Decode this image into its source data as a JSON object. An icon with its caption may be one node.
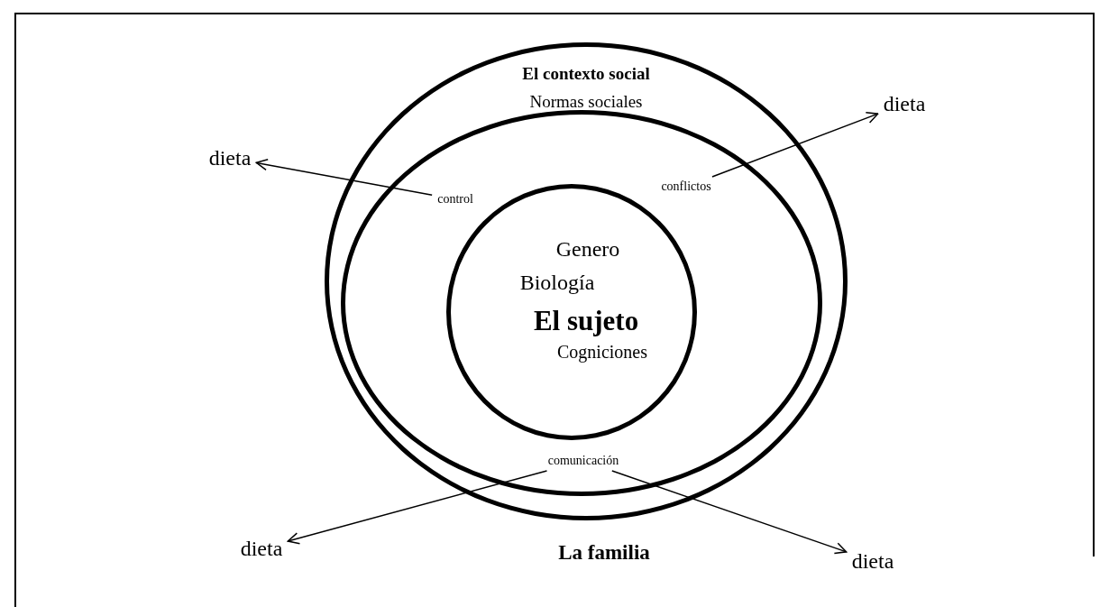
{
  "diagram": {
    "nodes": [
      {
        "text": [
          "El contexto social",
          "Normas sociales"
        ]
      },
      {
        "text": [],
        "shape": "circle",
        "in": 0
      },
      {
        "text": [
          "Genero",
          "Biología",
          "El sujeto",
          "Cogniciones"
        ],
        "in": 1
      },
      {
        "text": [
          "control"
        ],
        "in": 1
      },
      {
        "text": [
          "conflictos"
        ],
        "in": 1
      },
      {
        "text": [
          "comunicación"
        ],
        "in": 1
      },
      {
        "text": [
          "dieta"
        ]
      },
      {
        "text": [
          "dieta"
        ]
      },
      {
        "text": [
          "dieta"
        ]
      },
      {
        "text": [
          "dieta"
        ]
      }
    ],
    "edges": [
      {
        "from": 3,
        "to": 6,
        "arrow": "to"
      },
      {
        "from": 4,
        "to": 7,
        "arrow": "to"
      },
      {
        "from": 5,
        "to": 8,
        "arrow": "to"
      },
      {
        "from": 5,
        "to": 9,
        "arrow": "to"
      }
    ],
    "labels": [
      "La familia"
    ]
  }
}
